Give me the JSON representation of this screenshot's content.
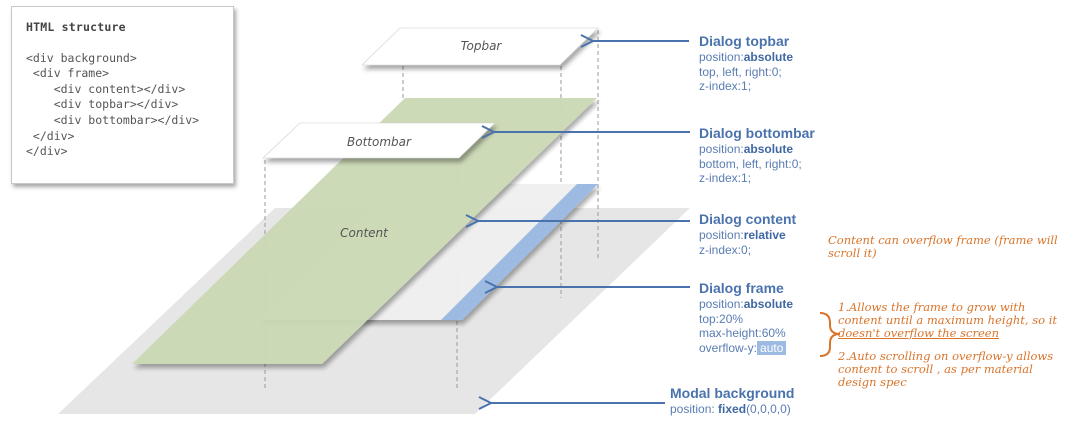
{
  "code_box": {
    "title": "HTML structure",
    "lines": [
      "<div background>",
      " <div frame>",
      "    <div content></div>",
      "    <div topbar></div>",
      "    <div bottombar></div>",
      " </div>",
      "</div>"
    ]
  },
  "layers": {
    "topbar": "Topbar",
    "bottombar": "Bottombar",
    "content": "Content"
  },
  "annotations": {
    "topbar": {
      "title": "Dialog topbar",
      "props": [
        {
          "key": "position:",
          "value": "absolute",
          "bold": true
        },
        {
          "key": "top, left, right:",
          "value": "0;"
        },
        {
          "key": "z-index:",
          "value": "1;"
        }
      ]
    },
    "bottombar": {
      "title": "Dialog bottombar",
      "props": [
        {
          "key": "position:",
          "value": "absolute",
          "bold": true
        },
        {
          "key": "bottom, left, right:",
          "value": "0;"
        },
        {
          "key": "z-index:",
          "value": "1;"
        }
      ]
    },
    "content": {
      "title": "Dialog content",
      "props": [
        {
          "key": "position:",
          "value": "relative",
          "bold": true
        },
        {
          "key": "z-index:",
          "value": "0;"
        }
      ],
      "note": "Content can overflow frame (frame will scroll it)"
    },
    "frame": {
      "title": "Dialog frame",
      "props": [
        {
          "key": "position:",
          "value": "absolute",
          "bold": true
        },
        {
          "key": "top:",
          "value": "20%"
        },
        {
          "key": "max-height:",
          "value": "60%"
        },
        {
          "key": "overflow-y:",
          "value": "auto",
          "badge": true
        }
      ],
      "notes": [
        {
          "prefix": "1.Allows the frame to  grow with content until a maximum height, so it ",
          "underlined": "doesn't overflow the screen"
        },
        {
          "prefix": "2.Auto scrolling on overflow-y allows content to scroll , as per material design spec"
        }
      ]
    },
    "background": {
      "title": "Modal background",
      "key": "position:",
      "value": "fixed",
      "suffix": "(0,0,0,0)"
    }
  },
  "colors": {
    "arrow": "#4a73ad",
    "note": "#d9742a",
    "content_fill": "#cbd9b5",
    "background_fill": "#e6e6e6",
    "frame_fill": "#f0f0f0",
    "scrollbar_fill": "#9dbbe2"
  }
}
